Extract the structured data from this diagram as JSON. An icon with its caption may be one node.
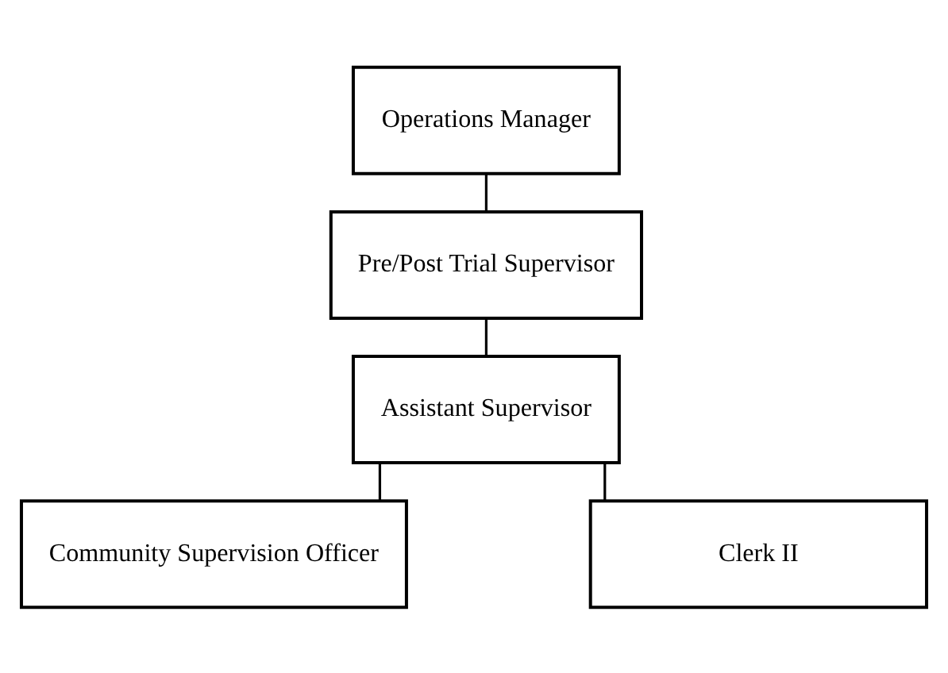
{
  "diagram": {
    "nodes": [
      {
        "text": [
          "Operations Manager"
        ]
      },
      {
        "text": [
          "Pre/Post Trial Supervisor"
        ]
      },
      {
        "text": [
          "Assistant Supervisor"
        ]
      },
      {
        "text": [
          "Community Supervision Officer"
        ]
      },
      {
        "text": [
          "Clerk II"
        ]
      }
    ],
    "edges": [
      {
        "from": 0,
        "to": 1,
        "arrow": "none"
      },
      {
        "from": 1,
        "to": 2,
        "arrow": "none"
      },
      {
        "from": 2,
        "to": 3,
        "arrow": "none"
      },
      {
        "from": 2,
        "to": 4,
        "arrow": "none"
      }
    ]
  }
}
